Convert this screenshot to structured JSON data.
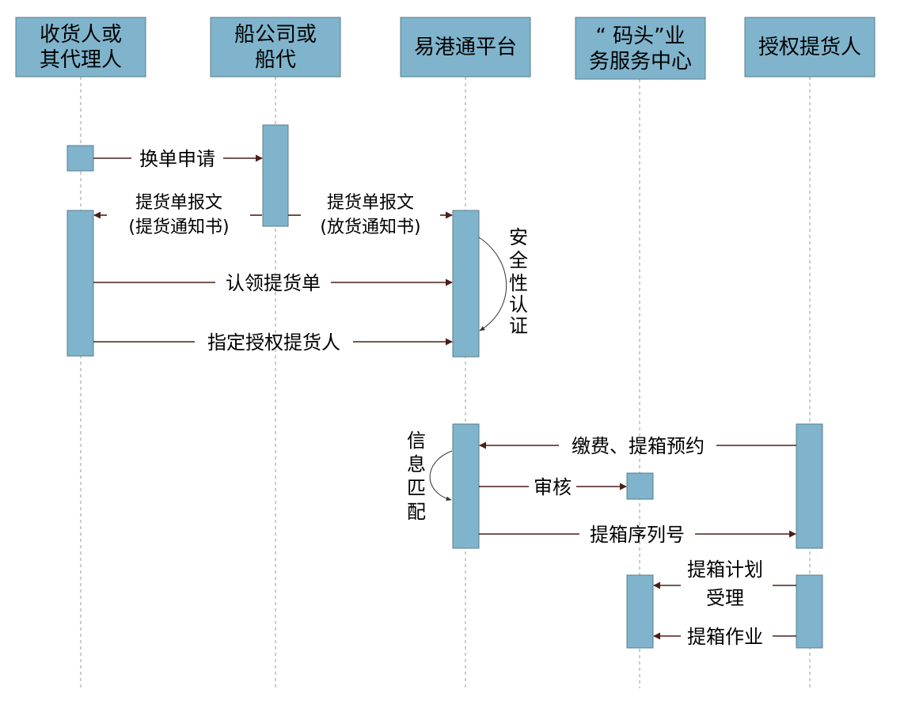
{
  "actors": {
    "consignee": [
      "收货人或",
      "其代理人"
    ],
    "shipping_company": [
      "船公司或",
      "船代"
    ],
    "platform": [
      "易港通平台"
    ],
    "terminal_center": [
      "“ 码头”业",
      "务服务中心"
    ],
    "authorized_pickup": [
      "授权提货人"
    ]
  },
  "messages": {
    "exchange_request": "换单申请",
    "delivery_order_msg_a": [
      "提货单报文",
      "(提货通知书)"
    ],
    "delivery_order_msg_b": [
      "提货单报文",
      "(放货通知书)"
    ],
    "claim_delivery_order": "认领提货单",
    "designate_authorized": "指定授权提货人",
    "payment_booking": "缴费、提箱预约",
    "review": "审核",
    "pickup_sequence_no": "提箱序列号",
    "pickup_plan_accept": [
      "提箱计划",
      "受理"
    ],
    "pickup_operation": "提箱作业"
  },
  "notes": {
    "security_auth": [
      "安",
      "全",
      "性",
      "认",
      "证"
    ],
    "info_match": [
      "信",
      "息",
      "匹",
      "配"
    ]
  },
  "colors": {
    "box_fill": "#7fb4cc",
    "arrow": "#4a1f1a"
  }
}
